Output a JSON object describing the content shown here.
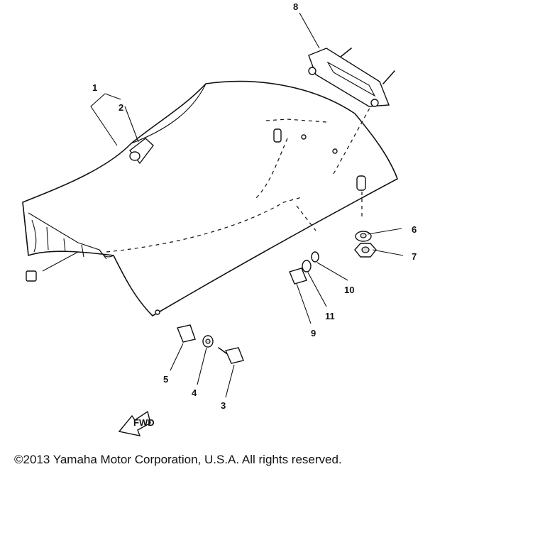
{
  "callouts": [
    {
      "id": "1",
      "text": "1"
    },
    {
      "id": "2",
      "text": "2"
    },
    {
      "id": "3",
      "text": "3"
    },
    {
      "id": "4",
      "text": "4"
    },
    {
      "id": "5",
      "text": "5"
    },
    {
      "id": "6",
      "text": "6"
    },
    {
      "id": "7",
      "text": "7"
    },
    {
      "id": "8",
      "text": "8"
    },
    {
      "id": "9",
      "text": "9"
    },
    {
      "id": "10",
      "text": "10"
    },
    {
      "id": "11",
      "text": "11"
    }
  ],
  "fwd_arrow_text": "FWD",
  "copyright": "©2013 Yamaha Motor Corporation, U.S.A. All rights reserved."
}
